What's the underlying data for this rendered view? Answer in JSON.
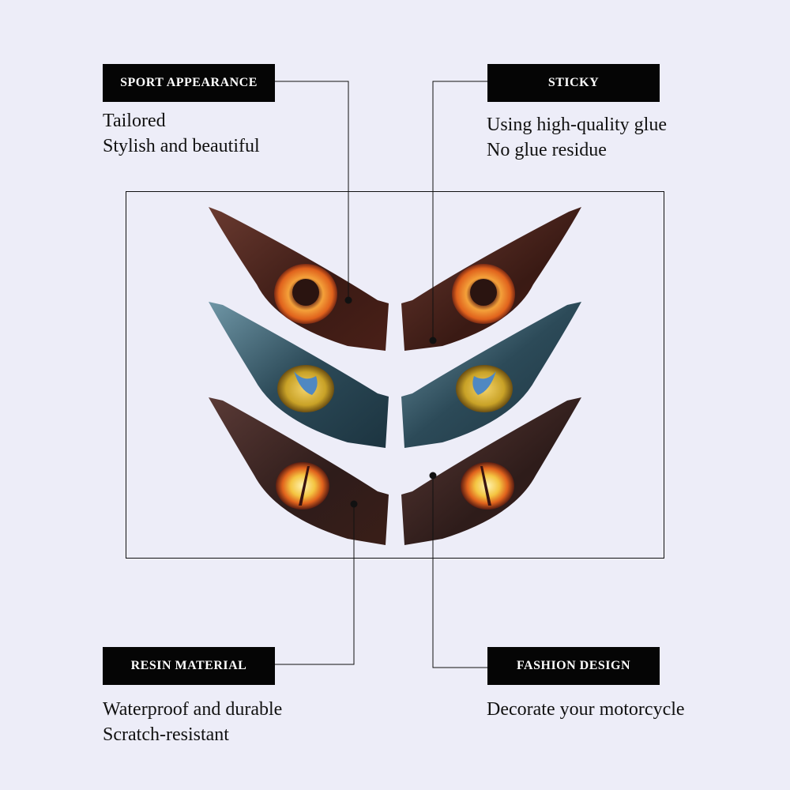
{
  "features": {
    "sport": {
      "title": "SPORT APPEARANCE",
      "lines": [
        "Tailored",
        "Stylish and beautiful"
      ]
    },
    "sticky": {
      "title": "STICKY",
      "lines": [
        "Using high-quality glue",
        "No glue residue"
      ]
    },
    "resin": {
      "title": "RESIN MATERIAL",
      "lines": [
        "Waterproof and durable",
        "Scratch-resistant"
      ]
    },
    "fashion": {
      "title": "FASHION DESIGN",
      "lines": [
        "Decorate your motorcycle"
      ]
    }
  },
  "decals": [
    {
      "pair": "red-fire-eye",
      "iris_color": "#f07a1e",
      "skin_color": "#5a2b22"
    },
    {
      "pair": "golden-cat-eye",
      "iris_color": "#c9a227",
      "skin_color": "#2e4652"
    },
    {
      "pair": "dragon-slit-eye",
      "iris_color": "#f4c542",
      "skin_color": "#4a2a26"
    }
  ]
}
